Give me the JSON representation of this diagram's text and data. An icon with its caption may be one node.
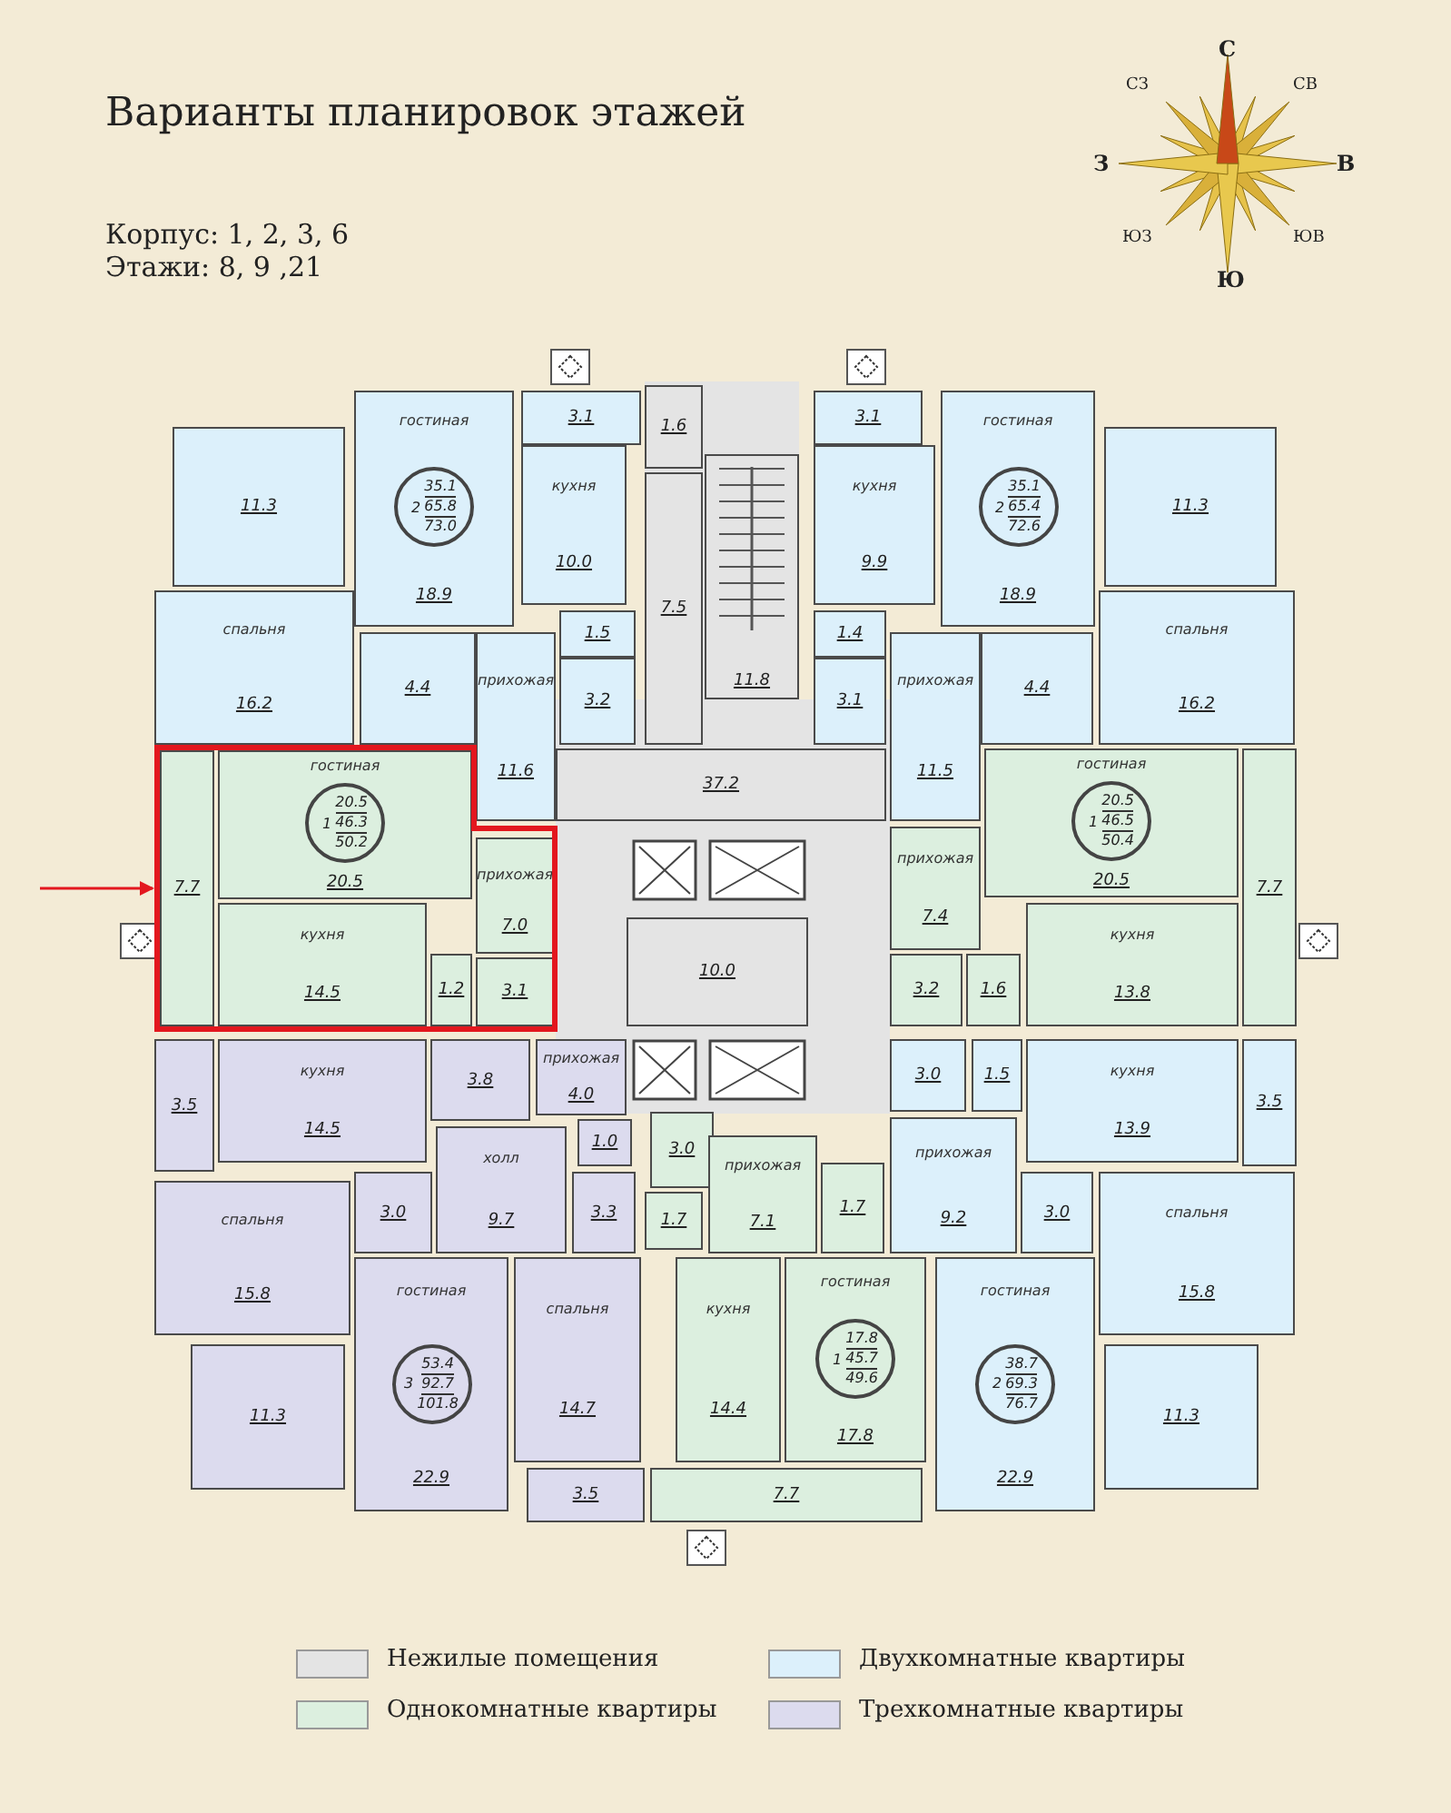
{
  "diagram": {
    "title": "Варианты планировок этажей",
    "nodes": [
      {
        "text": [
          "11.3"
        ]
      },
      {
        "text": [
          "гостиная",
          "18.9"
        ]
      },
      {
        "text": [
          "35.1",
          "2",
          "65.8",
          "73.0"
        ],
        "in": 1
      },
      {
        "text": [
          "3.1"
        ]
      },
      {
        "text": [
          "кухня",
          "10.0"
        ]
      },
      {
        "text": [
          "1.5"
        ]
      },
      {
        "text": [
          "3.2"
        ]
      },
      {
        "text": [
          "спальня",
          "16.2"
        ]
      },
      {
        "text": [
          "4.4"
        ]
      },
      {
        "text": [
          "прихожая",
          "11.6"
        ]
      },
      {
        "text": [
          "1.6"
        ]
      },
      {
        "text": [
          "7.5"
        ]
      },
      {
        "text": [
          "11.8"
        ]
      },
      {
        "text": [
          "37.2"
        ]
      },
      {
        "text": [
          "3.1"
        ]
      },
      {
        "text": [
          "кухня",
          "9.9"
        ]
      },
      {
        "text": [
          "1.4"
        ]
      },
      {
        "text": [
          "3.1"
        ]
      },
      {
        "text": [
          "гостиная",
          "18.9"
        ]
      },
      {
        "text": [
          "35.1",
          "2",
          "65.4",
          "72.6"
        ],
        "in": 18
      },
      {
        "text": [
          "11.3"
        ]
      },
      {
        "text": [
          "прихожая",
          "11.5"
        ]
      },
      {
        "text": [
          "4.4"
        ]
      },
      {
        "text": [
          "спальня",
          "16.2"
        ]
      },
      {
        "text": [],
        "shape": "box"
      },
      {
        "text": [
          "7.7"
        ],
        "in": 24
      },
      {
        "text": [
          "гостиная",
          "20.5"
        ],
        "in": 24
      },
      {
        "text": [
          "20.5",
          "1",
          "46.3",
          "50.2"
        ],
        "in": 26
      },
      {
        "text": [
          "прихожая",
          "7.0"
        ],
        "in": 24
      },
      {
        "text": [
          "кухня",
          "14.5"
        ],
        "in": 24
      },
      {
        "text": [
          "1.2"
        ],
        "in": 24
      },
      {
        "text": [
          "3.1"
        ],
        "in": 24
      },
      {
        "text": [
          "гостиная",
          "20.5"
        ]
      },
      {
        "text": [
          "20.5",
          "1",
          "46.5",
          "50.4"
        ],
        "in": 32
      },
      {
        "text": [
          "прихожая",
          "7.4"
        ]
      },
      {
        "text": [
          "3.2"
        ]
      },
      {
        "text": [
          "1.6"
        ]
      },
      {
        "text": [
          "кухня",
          "13.8"
        ]
      },
      {
        "text": [
          "7.7"
        ]
      },
      {
        "text": [
          "кухня",
          "14.5"
        ]
      },
      {
        "text": [
          "3.5"
        ]
      },
      {
        "text": [
          "3.8"
        ]
      },
      {
        "text": [
          "прихожая",
          "4.0"
        ]
      },
      {
        "text": [
          "1.0"
        ]
      },
      {
        "text": [
          "холл",
          "9.7"
        ]
      },
      {
        "text": [
          "3.0"
        ]
      },
      {
        "text": [
          "3.3"
        ]
      },
      {
        "text": [
          "спальня",
          "15.8"
        ]
      },
      {
        "text": [
          "11.3"
        ]
      },
      {
        "text": [
          "гостиная",
          "22.9"
        ]
      },
      {
        "text": [
          "53.4",
          "3",
          "92.7",
          "101.8"
        ],
        "in": 49
      },
      {
        "text": [
          "спальня",
          "14.7"
        ]
      },
      {
        "text": [
          "3.5"
        ]
      },
      {
        "text": [
          "3.0"
        ]
      },
      {
        "text": [
          "1.7"
        ]
      },
      {
        "text": [
          "прихожая",
          "7.1"
        ]
      },
      {
        "text": [
          "1.7"
        ]
      },
      {
        "text": [
          "кухня",
          "14.4"
        ]
      },
      {
        "text": [
          "гостиная",
          "17.8"
        ]
      },
      {
        "text": [
          "17.8",
          "1",
          "45.7",
          "49.6"
        ],
        "in": 58
      },
      {
        "text": [
          "7.7"
        ]
      },
      {
        "text": [
          "3.0"
        ]
      },
      {
        "text": [
          "1.5"
        ]
      },
      {
        "text": [
          "кухня",
          "13.9"
        ]
      },
      {
        "text": [
          "3.5"
        ]
      },
      {
        "text": [
          "прихожая",
          "9.2"
        ]
      },
      {
        "text": [
          "3.0"
        ]
      },
      {
        "text": [
          "спальня",
          "15.8"
        ]
      },
      {
        "text": [
          "гостиная",
          "22.9"
        ]
      },
      {
        "text": [
          "38.7",
          "2",
          "69.3",
          "76.7"
        ],
        "in": 68
      },
      {
        "text": [
          "11.3"
        ]
      },
      {
        "text": [
          "10.0"
        ]
      }
    ],
    "edges": [
      {
        "from": null,
        "to": 24,
        "arrow": "to",
        "color": "#e3171e"
      }
    ],
    "labels": [
      "Корпус: 1, 2, 3, 6",
      "Этажи: 8, 9 ,21",
      "С",
      "СЗ",
      "СВ",
      "З",
      "В",
      "ЮЗ",
      "ЮВ",
      "Ю"
    ],
    "legend": [
      {
        "text": "Нежилые помещения",
        "color": "#e4e4e4"
      },
      {
        "text": "Однокомнатные квартиры",
        "color": "#dcefdf"
      },
      {
        "text": "Двухкомнатные квартиры",
        "color": "#dcf0fb"
      },
      {
        "text": "Трехкомнатные квартиры",
        "color": "#dcdbee"
      }
    ]
  }
}
